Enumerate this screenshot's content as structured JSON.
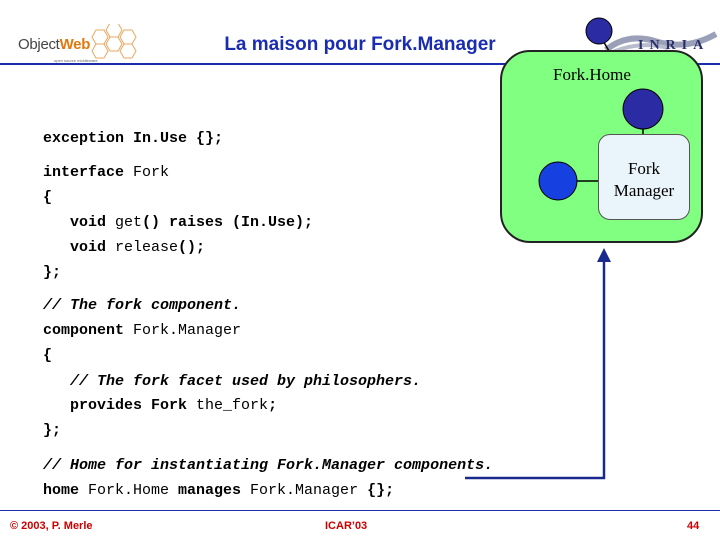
{
  "header": {
    "title": "La maison pour Fork.Manager",
    "left_logo": {
      "text_object": "Object",
      "text_web": "Web",
      "tagline": "open source middleware"
    },
    "right_logo": {
      "text": "INRIA"
    }
  },
  "code": [
    {
      "segments": [
        {
          "t": "exception ",
          "s": "k"
        },
        {
          "t": "In.Use {};",
          "s": "k"
        }
      ]
    },
    {
      "segments": [
        {
          "t": "interface ",
          "s": "k"
        },
        {
          "t": "Fork",
          "s": ""
        }
      ]
    },
    {
      "segments": [
        {
          "t": "{",
          "s": "k"
        }
      ]
    },
    {
      "segments": [
        {
          "t": "   void ",
          "s": "k"
        },
        {
          "t": "get",
          "s": ""
        },
        {
          "t": "() raises (In.Use);",
          "s": "k"
        }
      ]
    },
    {
      "segments": [
        {
          "t": "   void ",
          "s": "k"
        },
        {
          "t": "release",
          "s": ""
        },
        {
          "t": "();",
          "s": "k"
        }
      ]
    },
    {
      "segments": [
        {
          "t": "};",
          "s": "k"
        }
      ]
    },
    {
      "segments": [
        {
          "t": "// The fork component.",
          "s": "i"
        }
      ]
    },
    {
      "segments": [
        {
          "t": "component ",
          "s": "k"
        },
        {
          "t": "Fork.Manager",
          "s": ""
        }
      ]
    },
    {
      "segments": [
        {
          "t": "{",
          "s": "k"
        }
      ]
    },
    {
      "segments": [
        {
          "t": "   // The fork facet used by philosophers.",
          "s": "i"
        }
      ]
    },
    {
      "segments": [
        {
          "t": "   provides ",
          "s": "k"
        },
        {
          "t": "Fork ",
          "s": "k"
        },
        {
          "t": "the_fork",
          "s": ""
        },
        {
          "t": ";",
          "s": "k"
        }
      ]
    },
    {
      "segments": [
        {
          "t": "};",
          "s": "k"
        }
      ]
    },
    {
      "segments": [
        {
          "t": "// Home for instantiating Fork.Manager components.",
          "s": "i"
        }
      ]
    },
    {
      "segments": [
        {
          "t": "home ",
          "s": "k"
        },
        {
          "t": "Fork.Home ",
          "s": ""
        },
        {
          "t": "manages ",
          "s": "k"
        },
        {
          "t": "Fork.Manager",
          "s": ""
        },
        {
          "t": " {};",
          "s": "k"
        }
      ]
    }
  ],
  "diagram": {
    "home_label": "Fork.Home",
    "manager_label_line1": "Fork",
    "manager_label_line2": "Manager",
    "colors": {
      "home_fill": "#80ff80",
      "manager_fill": "#eaf5fb",
      "port_fill": "#2b2ba3",
      "facet_fill": "#1640e0",
      "arrow": "#1a2a8c"
    }
  },
  "footer": {
    "copyright": "© 2003, P. Merle",
    "conference": "ICAR’03",
    "page": "44"
  }
}
